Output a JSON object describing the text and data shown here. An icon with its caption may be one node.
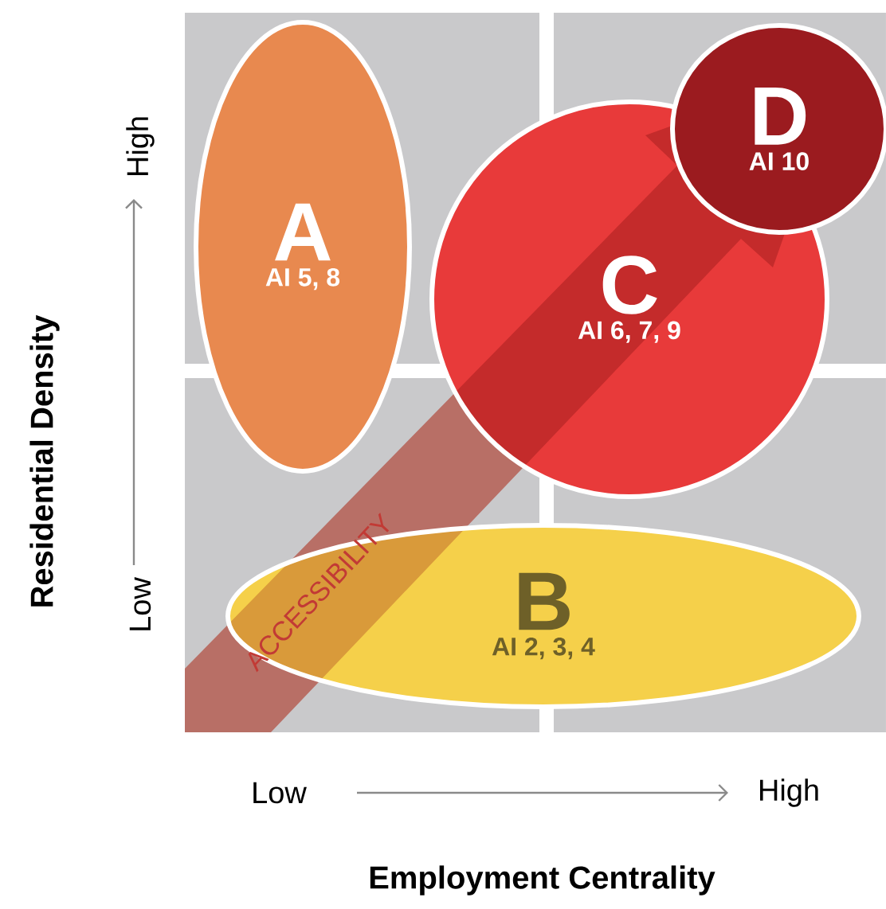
{
  "diagram": {
    "nodes": [
      {
        "text": [
          "A",
          "AI 5, 8"
        ]
      },
      {
        "text": [
          "C",
          "AI 6, 7, 9"
        ]
      },
      {
        "text": [
          "D",
          "AI 10"
        ]
      },
      {
        "text": [
          "B",
          "AI 2, 3, 4"
        ]
      }
    ],
    "labels": [
      "High",
      "Low",
      "Residential Density",
      "ACCESSIBILITY",
      "Low",
      "High",
      "Employment Centrality"
    ]
  }
}
